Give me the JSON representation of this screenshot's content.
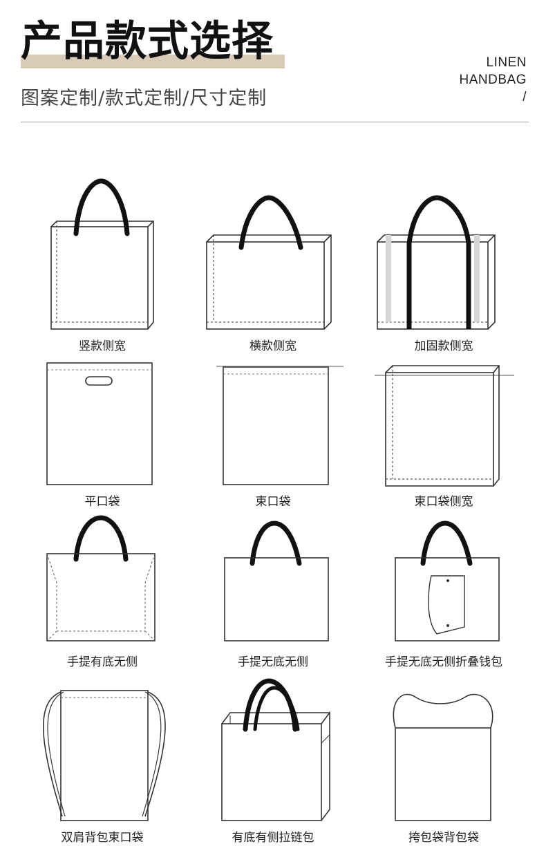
{
  "header": {
    "title": "产品款式选择",
    "subtitle": "图案定制/款式定制/尺寸定制",
    "brand_line1": "LINEN",
    "brand_line2": "HANDBAG",
    "brand_line3": "/"
  },
  "styles": [
    {
      "label": "竖款侧宽",
      "icon": "tall-tote-with-gusset-icon"
    },
    {
      "label": "横款侧宽",
      "icon": "wide-tote-with-gusset-icon"
    },
    {
      "label": "加固款侧宽",
      "icon": "reinforced-tote-with-gusset-icon"
    },
    {
      "label": "平口袋",
      "icon": "die-cut-flat-bag-icon"
    },
    {
      "label": "束口袋",
      "icon": "drawstring-bag-icon"
    },
    {
      "label": "束口袋侧宽",
      "icon": "drawstring-bag-with-gusset-icon"
    },
    {
      "label": "手提有底无侧",
      "icon": "tote-with-bottom-icon"
    },
    {
      "label": "手提无底无侧",
      "icon": "flat-tote-icon"
    },
    {
      "label": "手提无底无侧折叠钱包",
      "icon": "foldable-tote-with-pouch-icon"
    },
    {
      "label": "双肩背包束口袋",
      "icon": "drawstring-backpack-icon"
    },
    {
      "label": "有底有侧拉链包",
      "icon": "zipper-tote-icon"
    },
    {
      "label": "挎包袋背包袋",
      "icon": "shoulder-bag-icon"
    }
  ]
}
